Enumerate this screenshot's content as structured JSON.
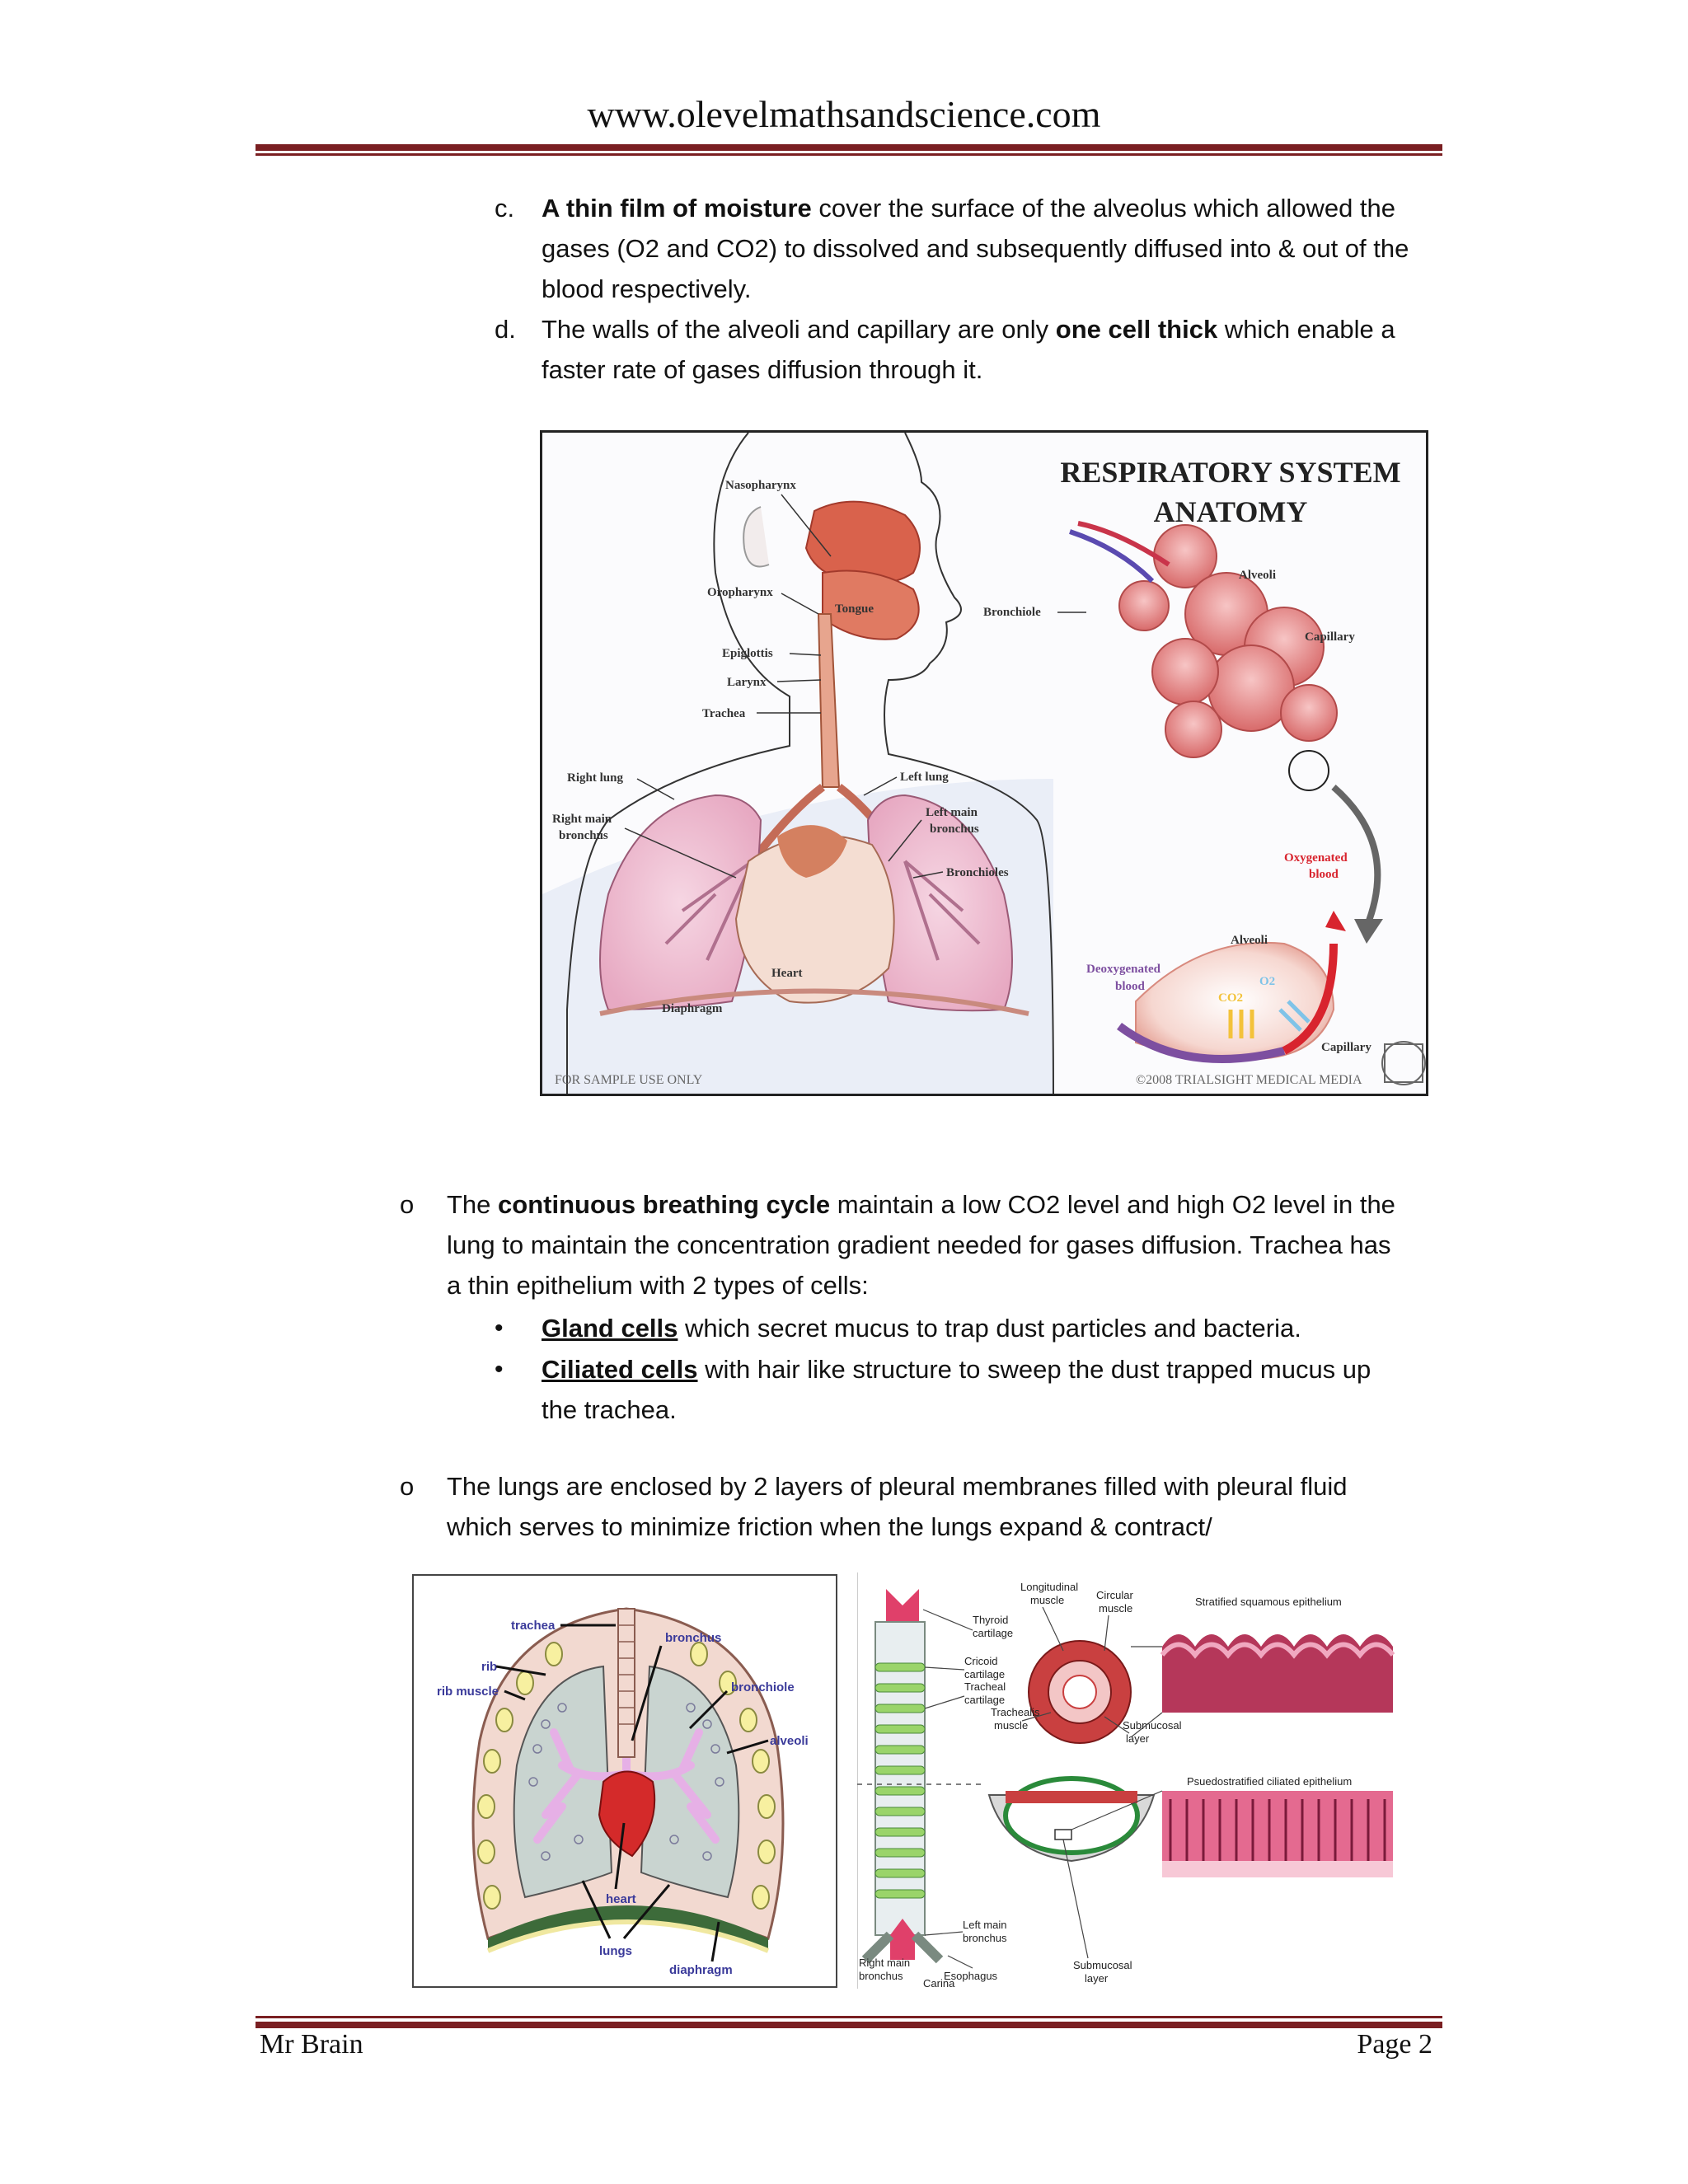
{
  "header": {
    "site": "www.olevelmathsandscience.com"
  },
  "items": {
    "c_marker": "c.",
    "c_bold": "A thin film of moisture",
    "c_rest1": " cover the surface of the alveolus which allowed the",
    "c_line2": "gases (O2 and CO2) to dissolved and subsequently diffused into & out of the",
    "c_line3": "blood respectively.",
    "d_marker": "d.",
    "d_pre": "The walls of the alveoli and capillary are only ",
    "d_bold": "one cell thick",
    "d_post": " which enable a",
    "d_line2": "faster rate of gases diffusion through it."
  },
  "figure1": {
    "title1": "RESPIRATORY SYSTEM",
    "title2": "ANATOMY",
    "labels": {
      "nasopharynx": "Nasopharynx",
      "oropharynx": "Oropharynx",
      "tongue": "Tongue",
      "epiglottis": "Epiglottis",
      "larynx": "Larynx",
      "trachea": "Trachea",
      "right_lung": "Right lung",
      "right_main_bronchus_1": "Right main",
      "right_main_bronchus_2": "bronchus",
      "left_lung": "Left lung",
      "left_main_bronchus_1": "Left main",
      "left_main_bronchus_2": "bronchus",
      "bronchioles": "Bronchioles",
      "heart": "Heart",
      "diaphragm": "Diaphragm",
      "bronchiole": "Bronchiole",
      "alveoli": "Alveoli",
      "capillary": "Capillary",
      "oxygenated_1": "Oxygenated",
      "oxygenated_2": "blood",
      "alveoli2": "Alveoli",
      "deoxygenated_1": "Deoxygenated",
      "deoxygenated_2": "blood",
      "co2": "CO2",
      "o2": "O2",
      "capillary2": "Capillary"
    },
    "watermark": "FOR SAMPLE USE ONLY",
    "copyright": "©2008 TRIALSIGHT MEDICAL MEDIA"
  },
  "bullets": {
    "b1_marker": "o",
    "b1_pre": "The ",
    "b1_bold": "continuous breathing cycle",
    "b1_post": " maintain a low CO2 level and high O2 level in the",
    "b1_line2": "lung to maintain the concentration gradient needed for gases diffusion. Trachea has",
    "b1_line3": "a thin epithelium with 2 types of cells:",
    "s1_marker": "•",
    "s1_bold": "Gland cells",
    "s1_post": " which secret mucus to trap dust particles and bacteria.",
    "s2_marker": "•",
    "s2_bold": "Ciliated cells",
    "s2_post": " with hair like structure to sweep the dust trapped mucus up",
    "s2_line2": "the trachea.",
    "b2_marker": "o",
    "b2_line1": "The lungs are enclosed by 2 layers of pleural membranes filled with pleural fluid",
    "b2_line2": "which serves to minimize friction when the lungs expand  & contract/"
  },
  "figure2": {
    "labels": {
      "trachea": "trachea",
      "bronchus": "bronchus",
      "rib": "rib",
      "rib_muscle": "rib muscle",
      "bronchiole": "bronchiole",
      "alveoli": "alveoli",
      "heart": "heart",
      "lungs": "lungs",
      "diaphragm": "diaphragm"
    }
  },
  "figure3": {
    "labels": {
      "longitudinal_1": "Longitudinal",
      "longitudinal_2": "muscle",
      "circular_1": "Circular",
      "circular_2": "muscle",
      "thyroid_1": "Thyroid",
      "thyroid_2": "cartilage",
      "cricoid_1": "Cricoid",
      "cricoid_2": "cartilage",
      "tracheal_1": "Tracheal",
      "tracheal_2": "cartilage",
      "trachealis_1": "Trachealis",
      "trachealis_2": "muscle",
      "submucosal_1": "Submucosal",
      "submucosal_2": "layer",
      "stratified": "Stratified squamous epithelium",
      "pseudo": "Psuedostratified ciliated epithelium",
      "left_main_1": "Left main",
      "left_main_2": "bronchus",
      "right_main_1": "Right main",
      "right_main_2": "bronchus",
      "esophagus": "Esophagus",
      "carina": "Carina",
      "submucosal2_1": "Submucosal",
      "submucosal2_2": "layer"
    }
  },
  "footer": {
    "author": "Mr Brain",
    "page": "Page 2"
  }
}
